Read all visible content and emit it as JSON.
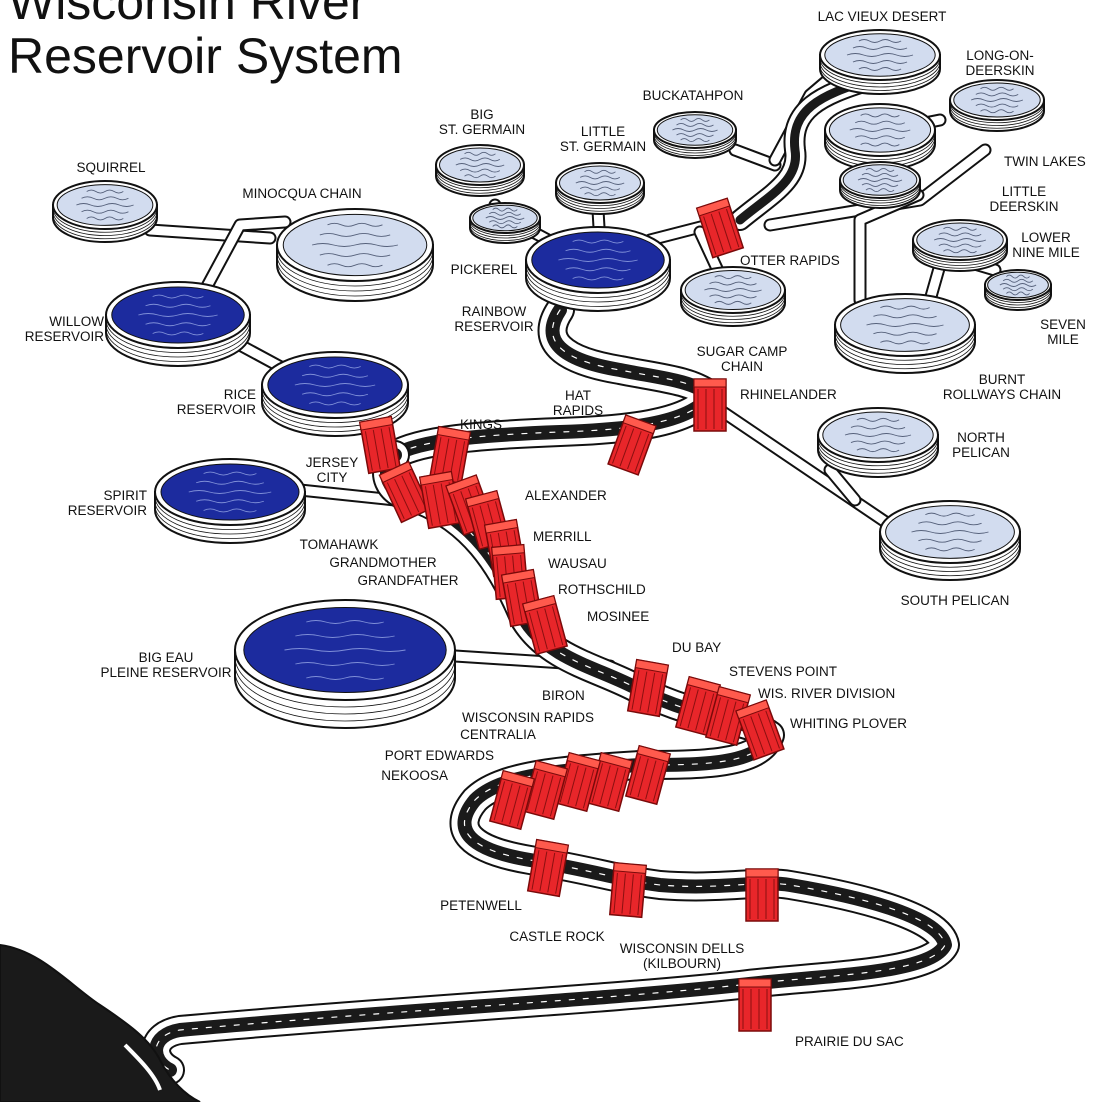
{
  "title": {
    "line1": "Wisconsin River",
    "line2": "Reservoir System"
  },
  "colors": {
    "reservoir_fill": "#1c2b9e",
    "lake_fill": "#d2dcef",
    "dam": "#e8262a",
    "river_channel": "#1a1a1a",
    "outline": "#111111",
    "background": "#ffffff"
  },
  "labels": {
    "lac_vieux_desert": "LAC VIEUX DESERT",
    "long_on_deerskin": "LONG-ON-\nDEERSKIN",
    "buckatahpon": "BUCKATAHPON",
    "big_st_germain": "BIG\nST. GERMAIN",
    "little_st_germain": "LITTLE\nST. GERMAIN",
    "twin_lakes": "TWIN LAKES",
    "squirrel": "SQUIRREL",
    "minocqua_chain": "MINOCQUA CHAIN",
    "little_deerskin": "LITTLE\nDEERSKIN",
    "lower_nine_mile": "LOWER\nNINE MILE",
    "pickerel": "PICKEREL",
    "otter_rapids": "OTTER RAPIDS",
    "willow_reservoir": "WILLOW\nRESERVOIR",
    "rainbow_reservoir": "RAINBOW\nRESERVOIR",
    "seven_mile": "SEVEN\nMILE",
    "sugar_camp_chain": "SUGAR CAMP\nCHAIN",
    "rice_reservoir": "RICE\nRESERVOIR",
    "burnt_rollways_chain": "BURNT\nROLLWAYS CHAIN",
    "hat_rapids": "HAT\nRAPIDS",
    "rhinelander": "RHINELANDER",
    "kings": "KINGS",
    "north_pelican": "NORTH\nPELICAN",
    "jersey_city": "JERSEY\nCITY",
    "spirit_reservoir": "SPIRIT\nRESERVOIR",
    "alexander": "ALEXANDER",
    "tomahawk": "TOMAHAWK",
    "merrill": "MERRILL",
    "grandmother": "GRANDMOTHER",
    "wausau": "WAUSAU",
    "grandfather": "GRANDFATHER",
    "rothschild": "ROTHSCHILD",
    "south_pelican": "SOUTH PELICAN",
    "mosinee": "MOSINEE",
    "du_bay": "DU BAY",
    "big_eau_pleine_reservoir": "BIG EAU\nPLEINE RESERVOIR",
    "stevens_point": "STEVENS POINT",
    "biron": "BIRON",
    "wis_river_division": "WIS. RIVER DIVISION",
    "wisconsin_rapids": "WISCONSIN RAPIDS",
    "whiting_plover": "WHITING PLOVER",
    "centralia": "CENTRALIA",
    "port_edwards": "PORT EDWARDS",
    "nekoosa": "NEKOOSA",
    "petenwell": "PETENWELL",
    "castle_rock": "CASTLE ROCK",
    "wisconsin_dells": "WISCONSIN DELLS\n(KILBOURN)",
    "prairie_du_sac": "PRAIRIE DU SAC"
  }
}
